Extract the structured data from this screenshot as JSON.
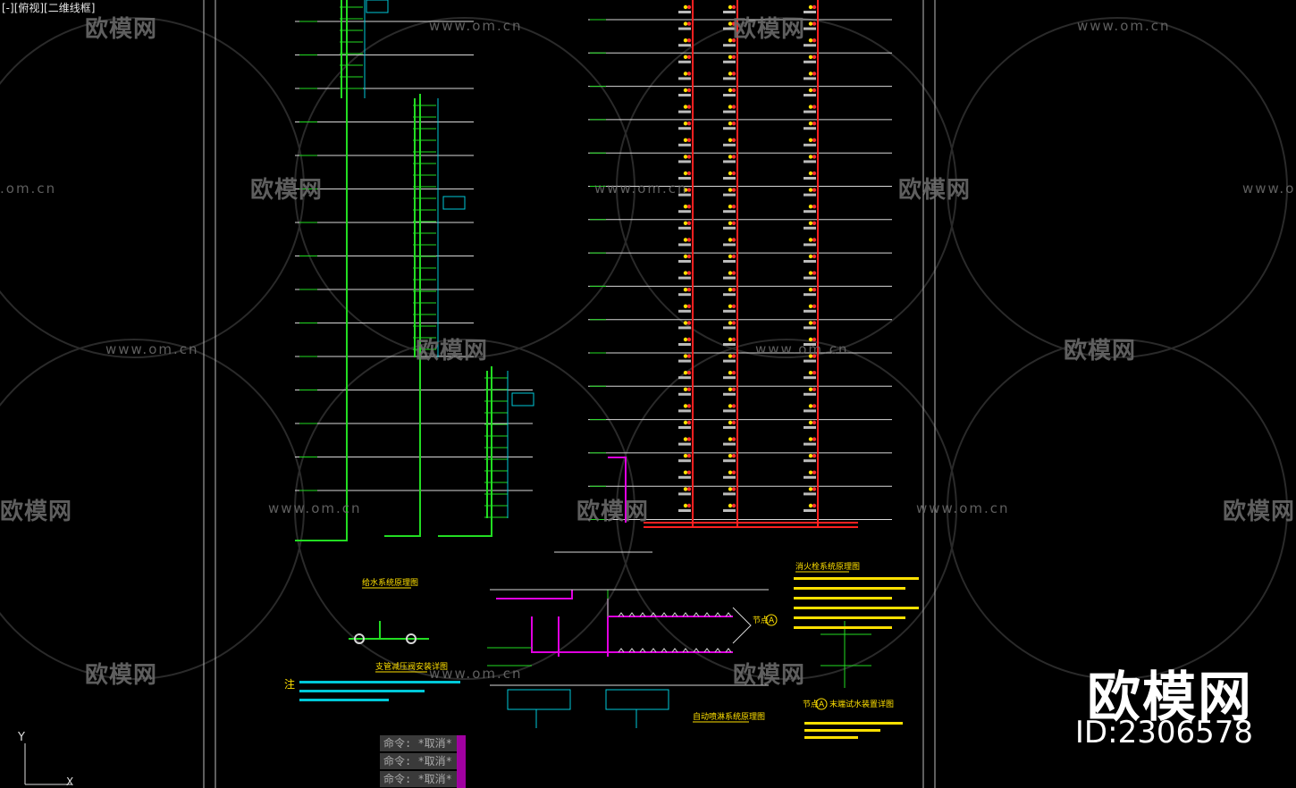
{
  "viewport": {
    "label": "[-][俯视][二维线框]"
  },
  "watermark": {
    "brand": "欧模网",
    "url": "www.om.cn",
    "url_partial": ".om.cn",
    "brand_id": "ID:2306578"
  },
  "drawing": {
    "titles": {
      "water_supply": "给水系统原理图",
      "fire_hydrant": "消火栓系统原理图",
      "sprinkler": "自动喷淋系统原理图",
      "valve_detail": "支管减压阀安装详图",
      "test_valve_detail": "末端试水装置详图"
    },
    "notes_prefix": "注",
    "node_label": "节点",
    "node_symbol": "A"
  },
  "command_history": [
    "命令: *取消*",
    "命令: *取消*",
    "命令: *取消*"
  ],
  "ucs": {
    "y": "Y",
    "x": "X"
  },
  "colors": {
    "background": "#000000",
    "green_pipe": "#22dd22",
    "red_pipe": "#ff2020",
    "magenta_pipe": "#e000e0",
    "cyan_pipe": "#00c8d8",
    "white_line": "#d8d8d8",
    "yellow_text": "#ffe000"
  }
}
